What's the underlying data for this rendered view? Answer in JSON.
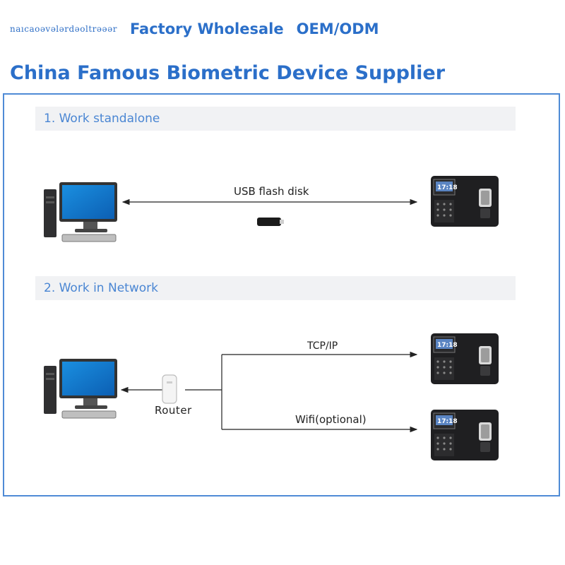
{
  "header": {
    "tagline_script": "naıcaoəvələrdəoltrəəər",
    "wholesale": "Factory Wholesale",
    "oem": "OEM/ODM",
    "title": "China Famous Biometric Device Supplier"
  },
  "diagram": {
    "section1": {
      "title": "1. Work standalone",
      "link_label": "USB flash disk"
    },
    "section2": {
      "title": "2. Work in Network",
      "router_label": "Router",
      "tcp_label": "TCP/IP",
      "wifi_label": "Wifi(optional)"
    },
    "device_screen_text": "17:18",
    "colors": {
      "accent": "#2b6fc9",
      "border": "#4f8bd6",
      "band": "#f1f2f4",
      "band_text": "#4a86d3"
    }
  }
}
